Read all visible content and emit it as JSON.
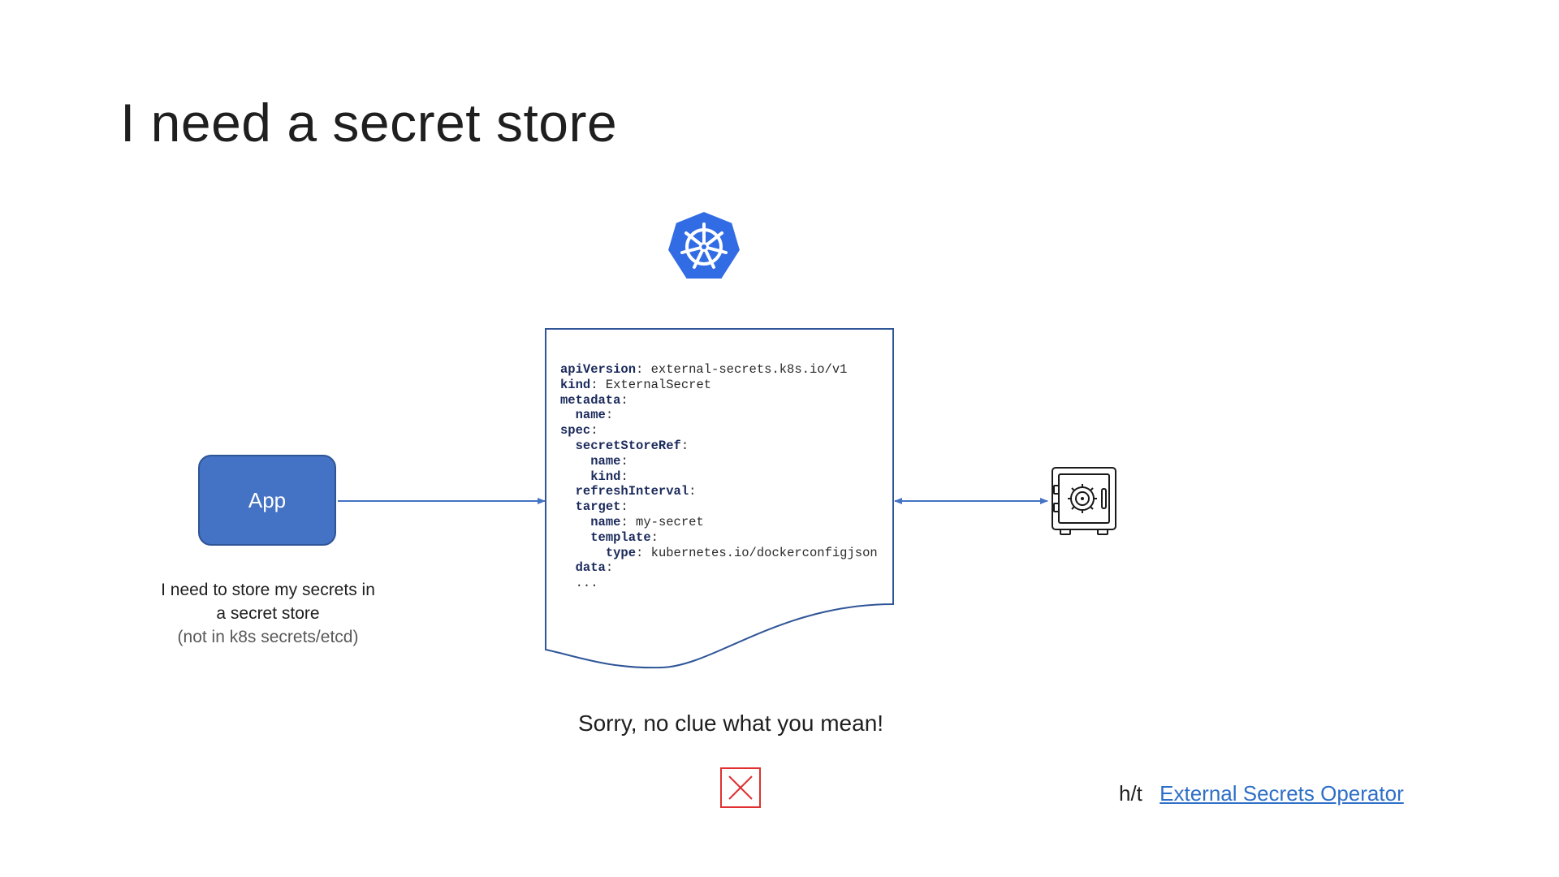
{
  "slide": {
    "title": "I need a secret store"
  },
  "app": {
    "label": "App",
    "caption_line1": "I need to store my secrets in",
    "caption_line2": "a secret store",
    "caption_note": "(not in k8s secrets/etcd)"
  },
  "manifest": {
    "apiVersion_key": "apiVersion",
    "apiVersion_value": "external-secrets.k8s.io/v1",
    "kind_key": "kind",
    "kind_value": "ExternalSecret",
    "metadata_key": "metadata",
    "metadata_name_key": "name",
    "spec_key": "spec",
    "secretStoreRef_key": "secretStoreRef",
    "ssr_name_key": "name",
    "ssr_kind_key": "kind",
    "refreshInterval_key": "refreshInterval",
    "target_key": "target",
    "target_name_key": "name",
    "target_name_value": "my-secret",
    "template_key": "template",
    "type_key": "type",
    "type_value": "kubernetes.io/dockerconfigjson",
    "data_key": "data",
    "ellipsis": "..."
  },
  "response": {
    "text": "Sorry, no clue what you mean!"
  },
  "credit": {
    "prefix": "h/t",
    "link_text": "External Secrets Operator"
  },
  "icons": {
    "kubernetes": "kubernetes-logo-icon",
    "safe": "safe-vault-icon",
    "error": "error-x-icon"
  },
  "colors": {
    "app_fill": "#4472c4",
    "arrow": "#4472c4",
    "document_border": "#2f5597",
    "k8s_blue": "#326ce5",
    "error_red": "#e03030",
    "link": "#2e6fc7"
  }
}
